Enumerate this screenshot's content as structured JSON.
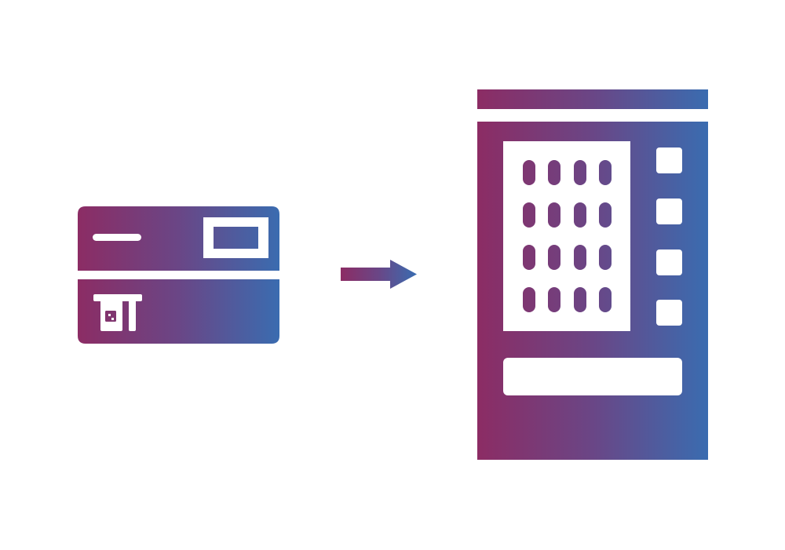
{
  "colors": {
    "gradient_start": "#8c2c64",
    "gradient_mid": "#6a4686",
    "gradient_end": "#3a6cb0",
    "background": "#ffffff",
    "cutout": "#ffffff"
  },
  "icons": {
    "left": "payment-terminal-icon",
    "connector": "arrow-right-icon",
    "right": "vending-machine-icon"
  },
  "vending_machine": {
    "product_rows": 4,
    "product_columns": 4,
    "selection_buttons": 4
  }
}
